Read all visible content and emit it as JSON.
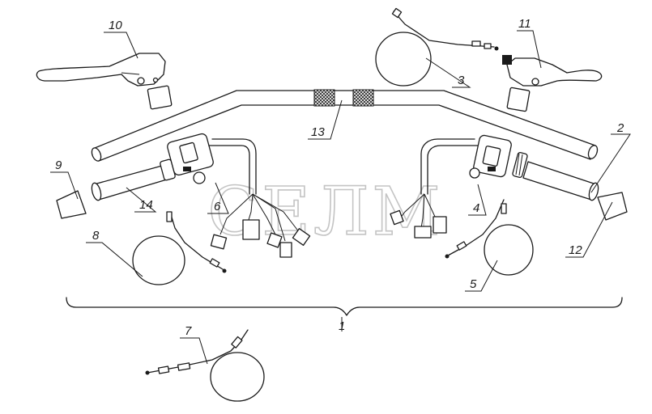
{
  "watermark": "СЕЛМ",
  "callouts": [
    {
      "id": "c1",
      "label": "1"
    },
    {
      "id": "c2",
      "label": "2"
    },
    {
      "id": "c3",
      "label": "3"
    },
    {
      "id": "c4",
      "label": "4"
    },
    {
      "id": "c5",
      "label": "5"
    },
    {
      "id": "c6",
      "label": "6"
    },
    {
      "id": "c7",
      "label": "7"
    },
    {
      "id": "c8",
      "label": "8"
    },
    {
      "id": "c9",
      "label": "9"
    },
    {
      "id": "c10",
      "label": "10"
    },
    {
      "id": "c11",
      "label": "11"
    },
    {
      "id": "c12",
      "label": "12"
    },
    {
      "id": "c13",
      "label": "13"
    },
    {
      "id": "c14",
      "label": "14"
    }
  ]
}
